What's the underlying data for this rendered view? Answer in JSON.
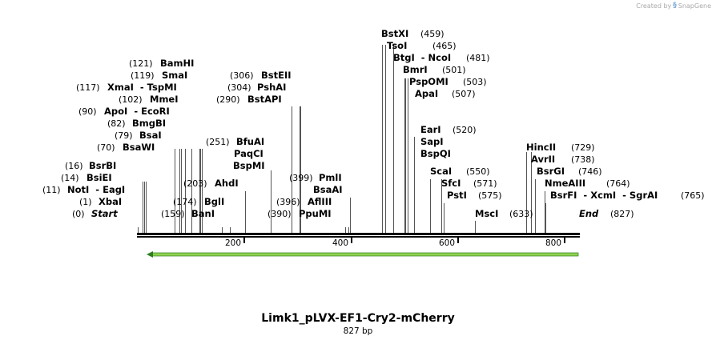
{
  "credit": {
    "prefix": "Created by",
    "brand": "SnapGene"
  },
  "construct": {
    "name": "Limk1_pLVX-EF1-Cry2-mCherry",
    "length_label": "827 bp",
    "length": 827
  },
  "ruler": {
    "ticks": [
      200,
      400,
      600,
      800
    ]
  },
  "feature": {
    "start": 1,
    "end": 827,
    "direction": "forward",
    "color": "#8fd14f"
  },
  "sites": [
    {
      "id": "start",
      "name": "Start",
      "pos": 0,
      "label": "(0)",
      "italic": true
    },
    {
      "id": "xbai",
      "name": "XbaI",
      "pos": 1,
      "label": "(1)"
    },
    {
      "id": "noti-eagi",
      "name": "NotI  - EagI",
      "pos": 11,
      "label": "(11)"
    },
    {
      "id": "bsiei",
      "name": "BsiEI",
      "pos": 14,
      "label": "(14)"
    },
    {
      "id": "bsrbi",
      "name": "BsrBI",
      "pos": 16,
      "label": "(16)"
    },
    {
      "id": "bsawi",
      "name": "BsaWI",
      "pos": 70,
      "label": "(70)"
    },
    {
      "id": "bsai",
      "name": "BsaI",
      "pos": 79,
      "label": "(79)"
    },
    {
      "id": "bmgbi",
      "name": "BmgBI",
      "pos": 82,
      "label": "(82)"
    },
    {
      "id": "apoi-ecori",
      "name": "ApoI  - EcoRI",
      "pos": 90,
      "label": "(90)"
    },
    {
      "id": "mmei",
      "name": "MmeI",
      "pos": 102,
      "label": "(102)"
    },
    {
      "id": "xmai-tspmi",
      "name": "XmaI  - TspMI",
      "pos": 117,
      "label": "(117)"
    },
    {
      "id": "smai",
      "name": "SmaI",
      "pos": 119,
      "label": "(119)"
    },
    {
      "id": "bamhi",
      "name": "BamHI",
      "pos": 121,
      "label": "(121)"
    },
    {
      "id": "bani",
      "name": "BanI",
      "pos": 159,
      "label": "(159)"
    },
    {
      "id": "bgli",
      "name": "BglI",
      "pos": 174,
      "label": "(174)"
    },
    {
      "id": "ahdi",
      "name": "AhdI",
      "pos": 203,
      "label": "(203)"
    },
    {
      "id": "bspmi",
      "name": "BspMI",
      "pos": 251,
      "label": ""
    },
    {
      "id": "paqci",
      "name": "PaqCI",
      "pos": 251,
      "label": ""
    },
    {
      "id": "bfuai",
      "name": "BfuAI",
      "pos": 251,
      "label": "(251)"
    },
    {
      "id": "bstapi",
      "name": "BstAPI",
      "pos": 290,
      "label": "(290)"
    },
    {
      "id": "pshai",
      "name": "PshAI",
      "pos": 304,
      "label": "(304)"
    },
    {
      "id": "bsteii",
      "name": "BstEII",
      "pos": 306,
      "label": "(306)"
    },
    {
      "id": "ppumi",
      "name": "PpuMI",
      "pos": 390,
      "label": "(390)"
    },
    {
      "id": "afliii",
      "name": "AflIII",
      "pos": 396,
      "label": "(396)"
    },
    {
      "id": "bsaai",
      "name": "BsaAI",
      "pos": 399,
      "label": ""
    },
    {
      "id": "pmli",
      "name": "PmlI",
      "pos": 399,
      "label": "(399)"
    },
    {
      "id": "bstxi",
      "name": "BstXI",
      "pos": 459,
      "label": "(459)"
    },
    {
      "id": "tsoi",
      "name": "TsoI",
      "pos": 465,
      "label": "(465)"
    },
    {
      "id": "btgi-ncoi",
      "name": "BtgI  - NcoI",
      "pos": 481,
      "label": "(481)"
    },
    {
      "id": "bmri",
      "name": "BmrI",
      "pos": 501,
      "label": "(501)"
    },
    {
      "id": "pspomi",
      "name": "PspOMI",
      "pos": 503,
      "label": "(503)"
    },
    {
      "id": "apai",
      "name": "ApaI",
      "pos": 507,
      "label": "(507)"
    },
    {
      "id": "ear-i",
      "name": "EarI",
      "pos": 520,
      "label": "(520)"
    },
    {
      "id": "sapi",
      "name": "SapI",
      "pos": 520,
      "label": ""
    },
    {
      "id": "bspqi",
      "name": "BspQI",
      "pos": 520,
      "label": ""
    },
    {
      "id": "scai",
      "name": "ScaI",
      "pos": 550,
      "label": "(550)"
    },
    {
      "id": "sfci",
      "name": "SfcI",
      "pos": 571,
      "label": "(571)"
    },
    {
      "id": "psti",
      "name": "PstI",
      "pos": 575,
      "label": "(575)"
    },
    {
      "id": "msci",
      "name": "MscI",
      "pos": 633,
      "label": "(633)"
    },
    {
      "id": "hincii",
      "name": "HincII",
      "pos": 729,
      "label": "(729)"
    },
    {
      "id": "avrii",
      "name": "AvrII",
      "pos": 738,
      "label": "(738)"
    },
    {
      "id": "bsrgi",
      "name": "BsrGI",
      "pos": 746,
      "label": "(746)"
    },
    {
      "id": "nmeaiii",
      "name": "NmeAIII",
      "pos": 764,
      "label": "(764)"
    },
    {
      "id": "bsrfi-xcmi-sgrai",
      "name": "BsrFI  - XcmI  - SgrAI",
      "pos": 765,
      "label": "(765)"
    },
    {
      "id": "end",
      "name": "End",
      "pos": 827,
      "label": "(827)",
      "italic": true
    }
  ]
}
